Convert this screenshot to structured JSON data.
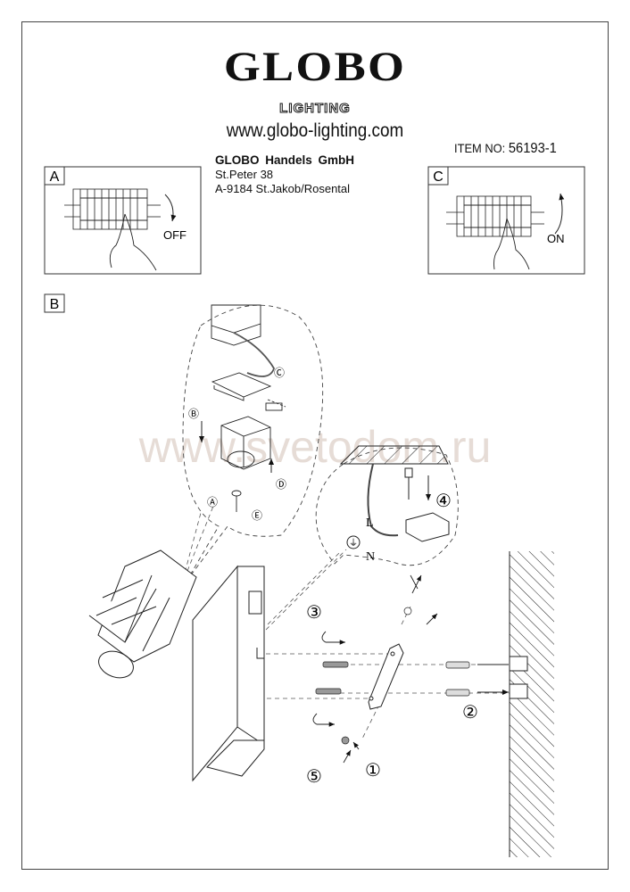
{
  "brand": {
    "logo": "GLOBO",
    "sub": "LIGHTING",
    "url": "www.globo-lighting.com"
  },
  "company": {
    "name": "GLOBO Handels GmbH",
    "street": "St.Peter 38",
    "city": "A-9184 St.Jakob/Rosental"
  },
  "item": {
    "label": "ITEM NO:",
    "number": "56193-1"
  },
  "panels": {
    "a": {
      "letter": "A",
      "state": "OFF"
    },
    "c": {
      "letter": "C",
      "state": "ON"
    },
    "b": {
      "letter": "B"
    }
  },
  "diagram": {
    "steps": {
      "one": "①",
      "two": "②",
      "three": "③",
      "four": "④",
      "five": "⑤"
    },
    "parts": {
      "a": "Ⓐ",
      "b": "Ⓑ",
      "c": "Ⓒ",
      "d": "Ⓓ",
      "e": "Ⓔ"
    },
    "wires": {
      "live": "L",
      "neutral": "N",
      "earth": "⏚"
    }
  },
  "watermark": "www.svetodom.ru"
}
